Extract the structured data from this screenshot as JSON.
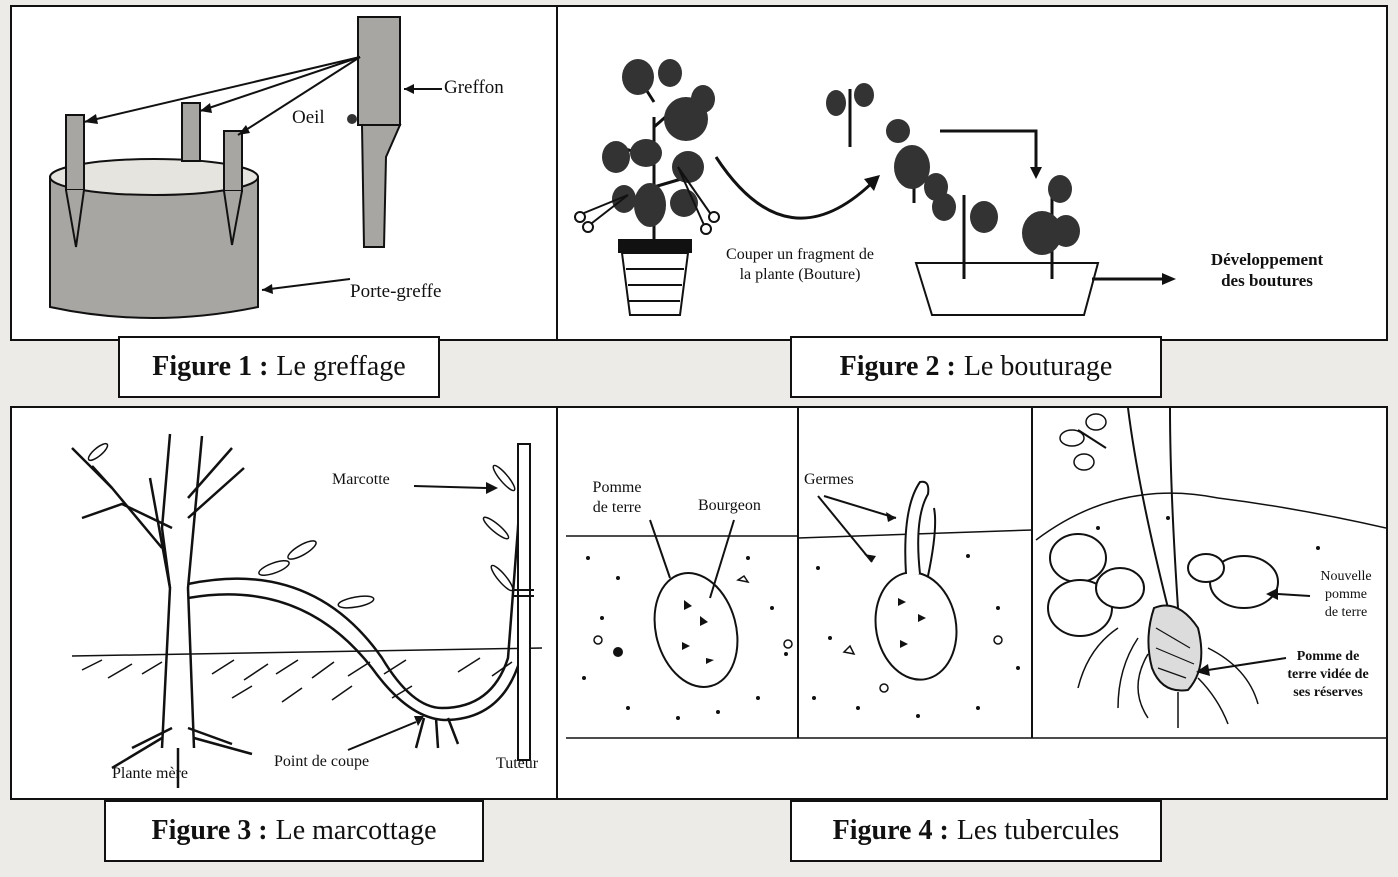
{
  "figures": [
    {
      "caption_prefix": "Figure 1 :",
      "caption_title": "Le greffage",
      "labels": {
        "greffon": "Greffon",
        "oeil": "Oeil",
        "porte_greffe": "Porte-greffe"
      }
    },
    {
      "caption_prefix": "Figure 2 :",
      "caption_title": "Le bouturage",
      "labels": {
        "couper_l1": "Couper un fragment de",
        "couper_l2": "la plante (Bouture)",
        "dev_l1": "Développement",
        "dev_l2": "des boutures"
      }
    },
    {
      "caption_prefix": "Figure 3 :",
      "caption_title": "Le marcottage",
      "labels": {
        "marcotte": "Marcotte",
        "plante_mere": "Plante mère",
        "point_coupe": "Point de coupe",
        "tuteur": "Tuteur"
      }
    },
    {
      "caption_prefix": "Figure 4 :",
      "caption_title": "Les tubercules",
      "labels": {
        "pomme_l1": "Pomme",
        "pomme_l2": "de terre",
        "bourgeon": "Bourgeon",
        "germes": "Germes",
        "nouvelle_l1": "Nouvelle",
        "nouvelle_l2": "pomme",
        "nouvelle_l3": "de terre",
        "videe_l1": "Pomme de",
        "videe_l2": "terre vidée de",
        "videe_l3": "ses réserves"
      }
    }
  ],
  "colors": {
    "ink": "#111111",
    "stone": "#a8a6a2",
    "paper": "#ffffff",
    "background": "#ecebe7"
  }
}
